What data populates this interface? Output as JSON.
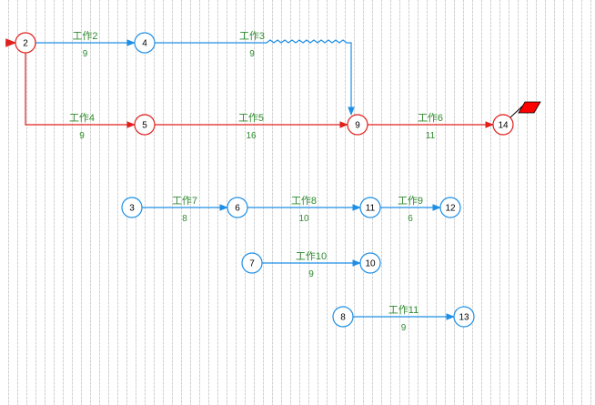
{
  "colors": {
    "critical": "#e0201c",
    "normal": "#1f8fe6",
    "label": "#2e8b2e",
    "node_fill": "#ffffff",
    "flag": "#ff0000"
  },
  "nodes": [
    {
      "id": "2",
      "label": "2",
      "critical": true
    },
    {
      "id": "4",
      "label": "4",
      "critical": false
    },
    {
      "id": "5",
      "label": "5",
      "critical": true
    },
    {
      "id": "9",
      "label": "9",
      "critical": true
    },
    {
      "id": "14",
      "label": "14",
      "critical": true
    },
    {
      "id": "3",
      "label": "3",
      "critical": false
    },
    {
      "id": "6",
      "label": "6",
      "critical": false
    },
    {
      "id": "11",
      "label": "11",
      "critical": false
    },
    {
      "id": "12",
      "label": "12",
      "critical": false
    },
    {
      "id": "7",
      "label": "7",
      "critical": false
    },
    {
      "id": "10",
      "label": "10",
      "critical": false
    },
    {
      "id": "8",
      "label": "8",
      "critical": false
    },
    {
      "id": "13",
      "label": "13",
      "critical": false
    }
  ],
  "activities": [
    {
      "id": "work2",
      "name": "工作2",
      "duration": "9",
      "from": "2",
      "to": "4",
      "critical": false
    },
    {
      "id": "work3",
      "name": "工作3",
      "duration": "9",
      "from": "4",
      "to": "9",
      "critical": false,
      "free_float_wave": true
    },
    {
      "id": "work4",
      "name": "工作4",
      "duration": "9",
      "from": "2",
      "to": "5",
      "critical": true
    },
    {
      "id": "work5",
      "name": "工作5",
      "duration": "16",
      "from": "5",
      "to": "9",
      "critical": true
    },
    {
      "id": "work6",
      "name": "工作6",
      "duration": "11",
      "from": "9",
      "to": "14",
      "critical": true
    },
    {
      "id": "work7",
      "name": "工作7",
      "duration": "8",
      "from": "3",
      "to": "6",
      "critical": false
    },
    {
      "id": "work8",
      "name": "工作8",
      "duration": "10",
      "from": "6",
      "to": "11",
      "critical": false
    },
    {
      "id": "work9",
      "name": "工作9",
      "duration": "6",
      "from": "11",
      "to": "12",
      "critical": false
    },
    {
      "id": "work10",
      "name": "工作10",
      "duration": "9",
      "from": "7",
      "to": "10",
      "critical": false
    },
    {
      "id": "work11",
      "name": "工作11",
      "duration": "9",
      "from": "8",
      "to": "13",
      "critical": false
    }
  ]
}
